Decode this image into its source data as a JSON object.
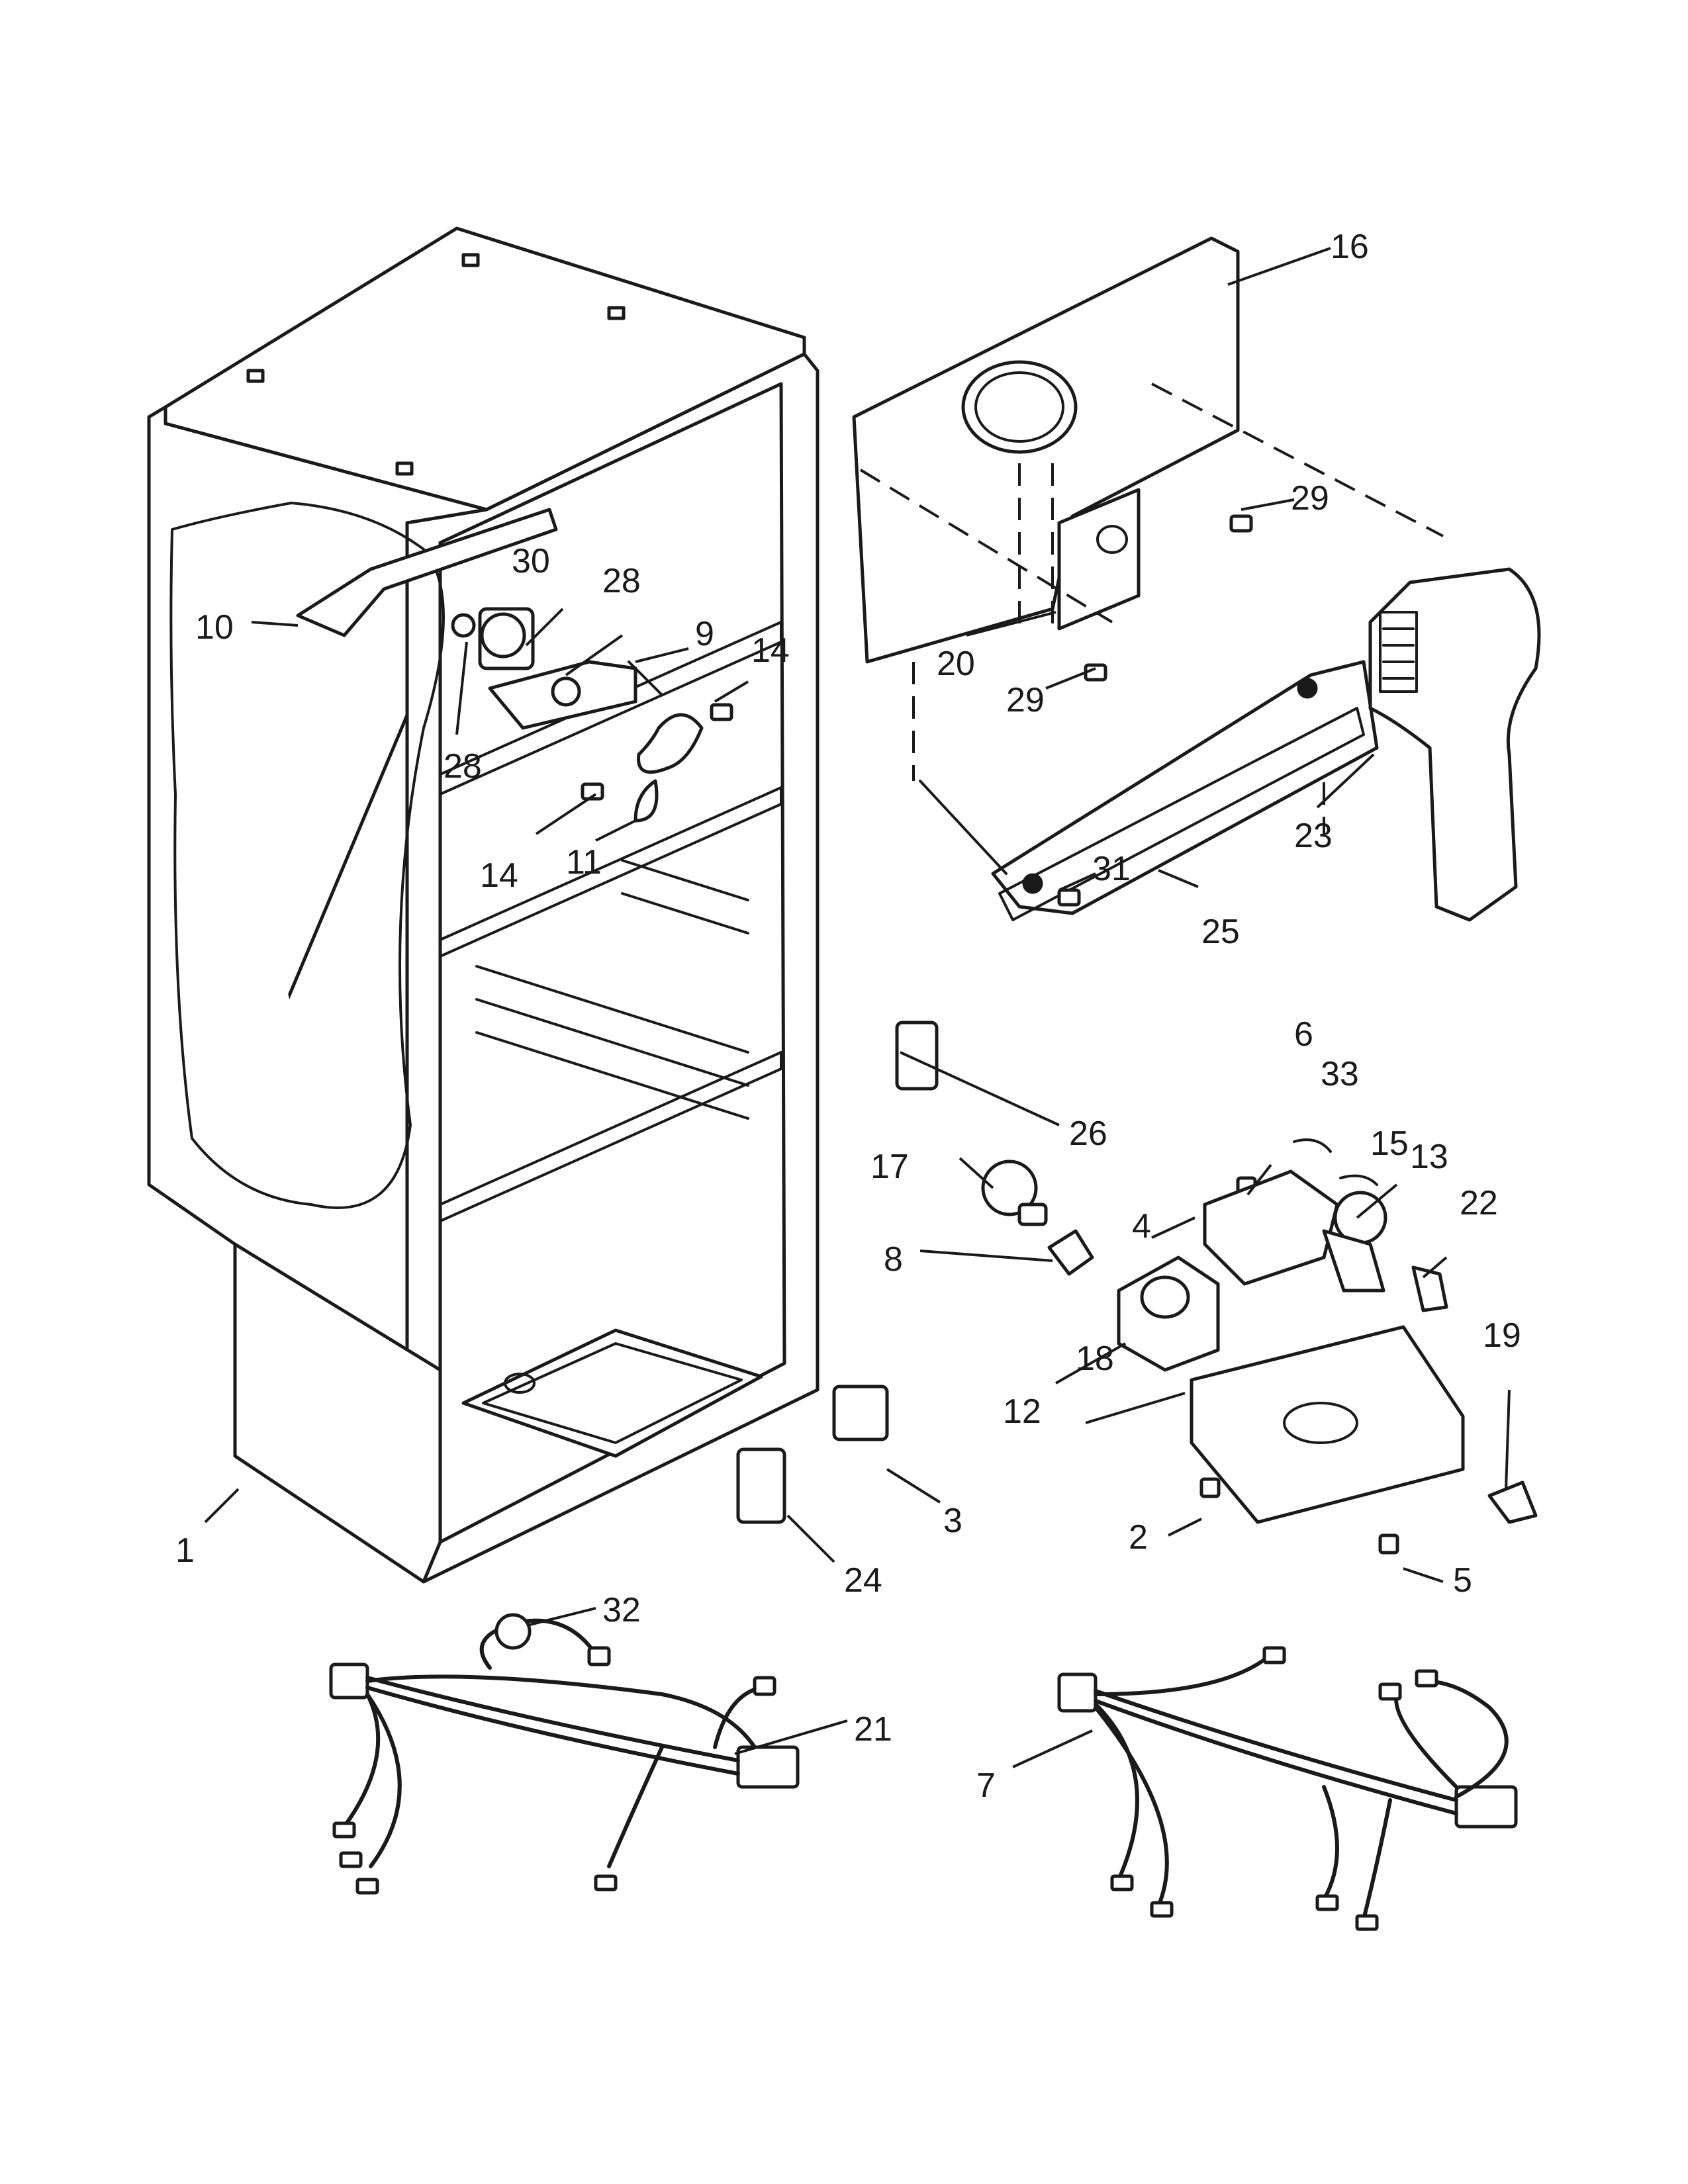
{
  "callouts": [
    {
      "id": "1",
      "text": "1"
    },
    {
      "id": "2",
      "text": "2"
    },
    {
      "id": "3",
      "text": "3"
    },
    {
      "id": "4",
      "text": "4"
    },
    {
      "id": "5",
      "text": "5"
    },
    {
      "id": "6",
      "text": "6"
    },
    {
      "id": "7",
      "text": "7"
    },
    {
      "id": "8",
      "text": "8"
    },
    {
      "id": "9",
      "text": "9"
    },
    {
      "id": "10",
      "text": "10"
    },
    {
      "id": "11",
      "text": "11"
    },
    {
      "id": "12",
      "text": "12"
    },
    {
      "id": "13",
      "text": "13"
    },
    {
      "id": "14a",
      "text": "14"
    },
    {
      "id": "14b",
      "text": "14"
    },
    {
      "id": "15",
      "text": "15"
    },
    {
      "id": "16",
      "text": "16"
    },
    {
      "id": "17",
      "text": "17"
    },
    {
      "id": "18",
      "text": "18"
    },
    {
      "id": "19",
      "text": "19"
    },
    {
      "id": "20",
      "text": "20"
    },
    {
      "id": "21",
      "text": "21"
    },
    {
      "id": "22",
      "text": "22"
    },
    {
      "id": "23",
      "text": "23"
    },
    {
      "id": "24",
      "text": "24"
    },
    {
      "id": "25",
      "text": "25"
    },
    {
      "id": "26",
      "text": "26"
    },
    {
      "id": "28a",
      "text": "28"
    },
    {
      "id": "28b",
      "text": "28"
    },
    {
      "id": "29a",
      "text": "29"
    },
    {
      "id": "29b",
      "text": "29"
    },
    {
      "id": "30",
      "text": "30"
    },
    {
      "id": "31",
      "text": "31"
    },
    {
      "id": "32",
      "text": "32"
    },
    {
      "id": "33",
      "text": "33"
    }
  ]
}
